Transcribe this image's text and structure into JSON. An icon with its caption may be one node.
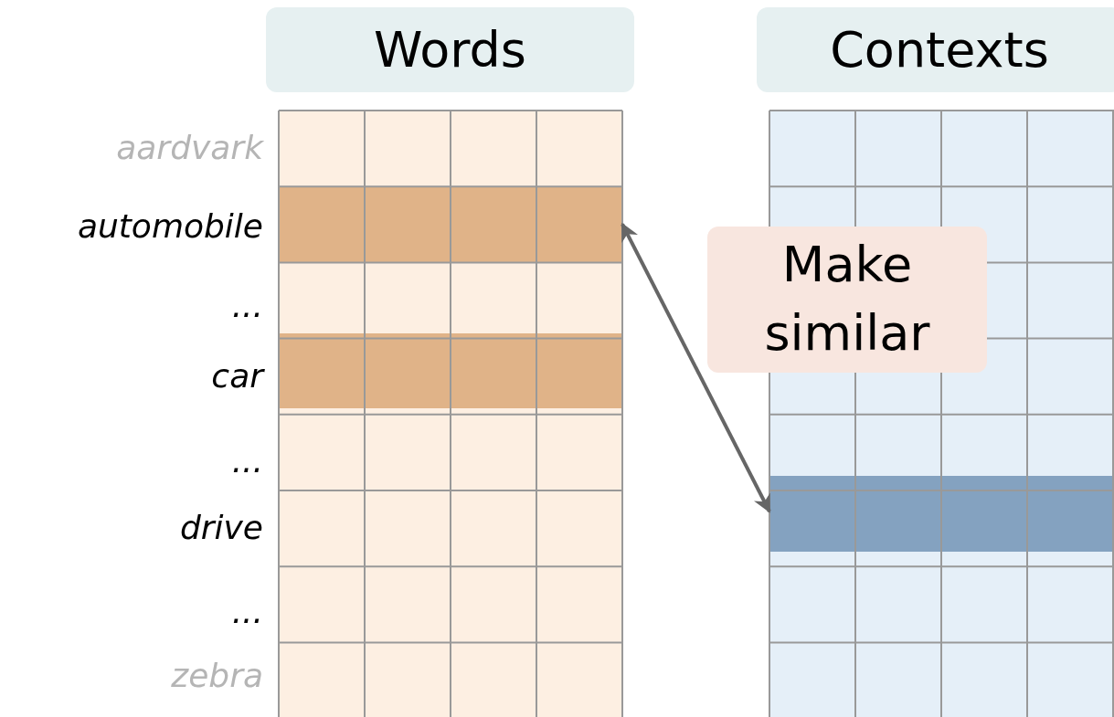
{
  "diagram": {
    "nodes": [
      {
        "text": [
          "Words"
        ]
      },
      {
        "text": [
          "Contexts"
        ]
      },
      {
        "text": [],
        "shape": "bar"
      },
      {
        "text": [],
        "shape": "bar"
      },
      {
        "text": [
          "Make similar"
        ]
      }
    ],
    "edges": [
      {
        "from": 2,
        "to": 3,
        "arrow": "both"
      }
    ],
    "labels": [
      "aardvark",
      "automobile",
      "...",
      "car",
      "...",
      "drive",
      "...",
      "zebra"
    ]
  }
}
